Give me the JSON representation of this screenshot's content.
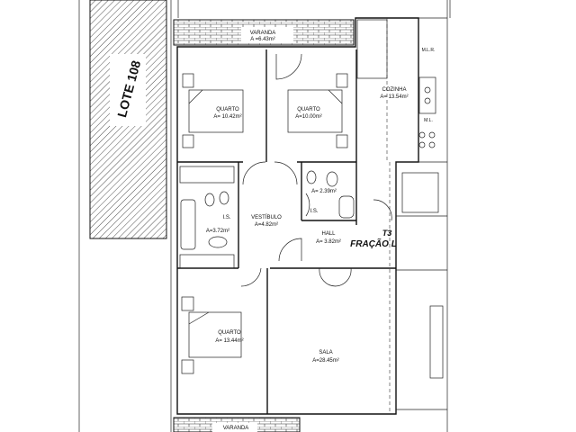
{
  "lot": {
    "label": "LOTE 108"
  },
  "fraction": {
    "type": "T3",
    "label": "FRAÇÃO L"
  },
  "rooms": [
    {
      "name": "VARANDA",
      "area": "A =6.43m²"
    },
    {
      "name": "QUARTO",
      "area": "A= 10.42m²"
    },
    {
      "name": "QUARTO",
      "area": "A=10.00m²"
    },
    {
      "name": "COZINHA",
      "area": "A= 13.54m²"
    },
    {
      "name": "VESTÍBULO",
      "area": "A=4.82m²"
    },
    {
      "name": "I.S.",
      "area": "A=3.72m²"
    },
    {
      "name": "I.S.",
      "area": "A= 2.39m²"
    },
    {
      "name": "HALL",
      "area": "A= 3.82m²"
    },
    {
      "name": "QUARTO",
      "area": "A= 13.44m²"
    },
    {
      "name": "SALA",
      "area": "A=28.45m²"
    },
    {
      "name": "VARANDA",
      "area": ""
    }
  ],
  "kitchen_labels": {
    "mlr": "M.L.R.",
    "ml": "M.L."
  },
  "colors": {
    "lines": "#111111",
    "background": "#ffffff"
  }
}
